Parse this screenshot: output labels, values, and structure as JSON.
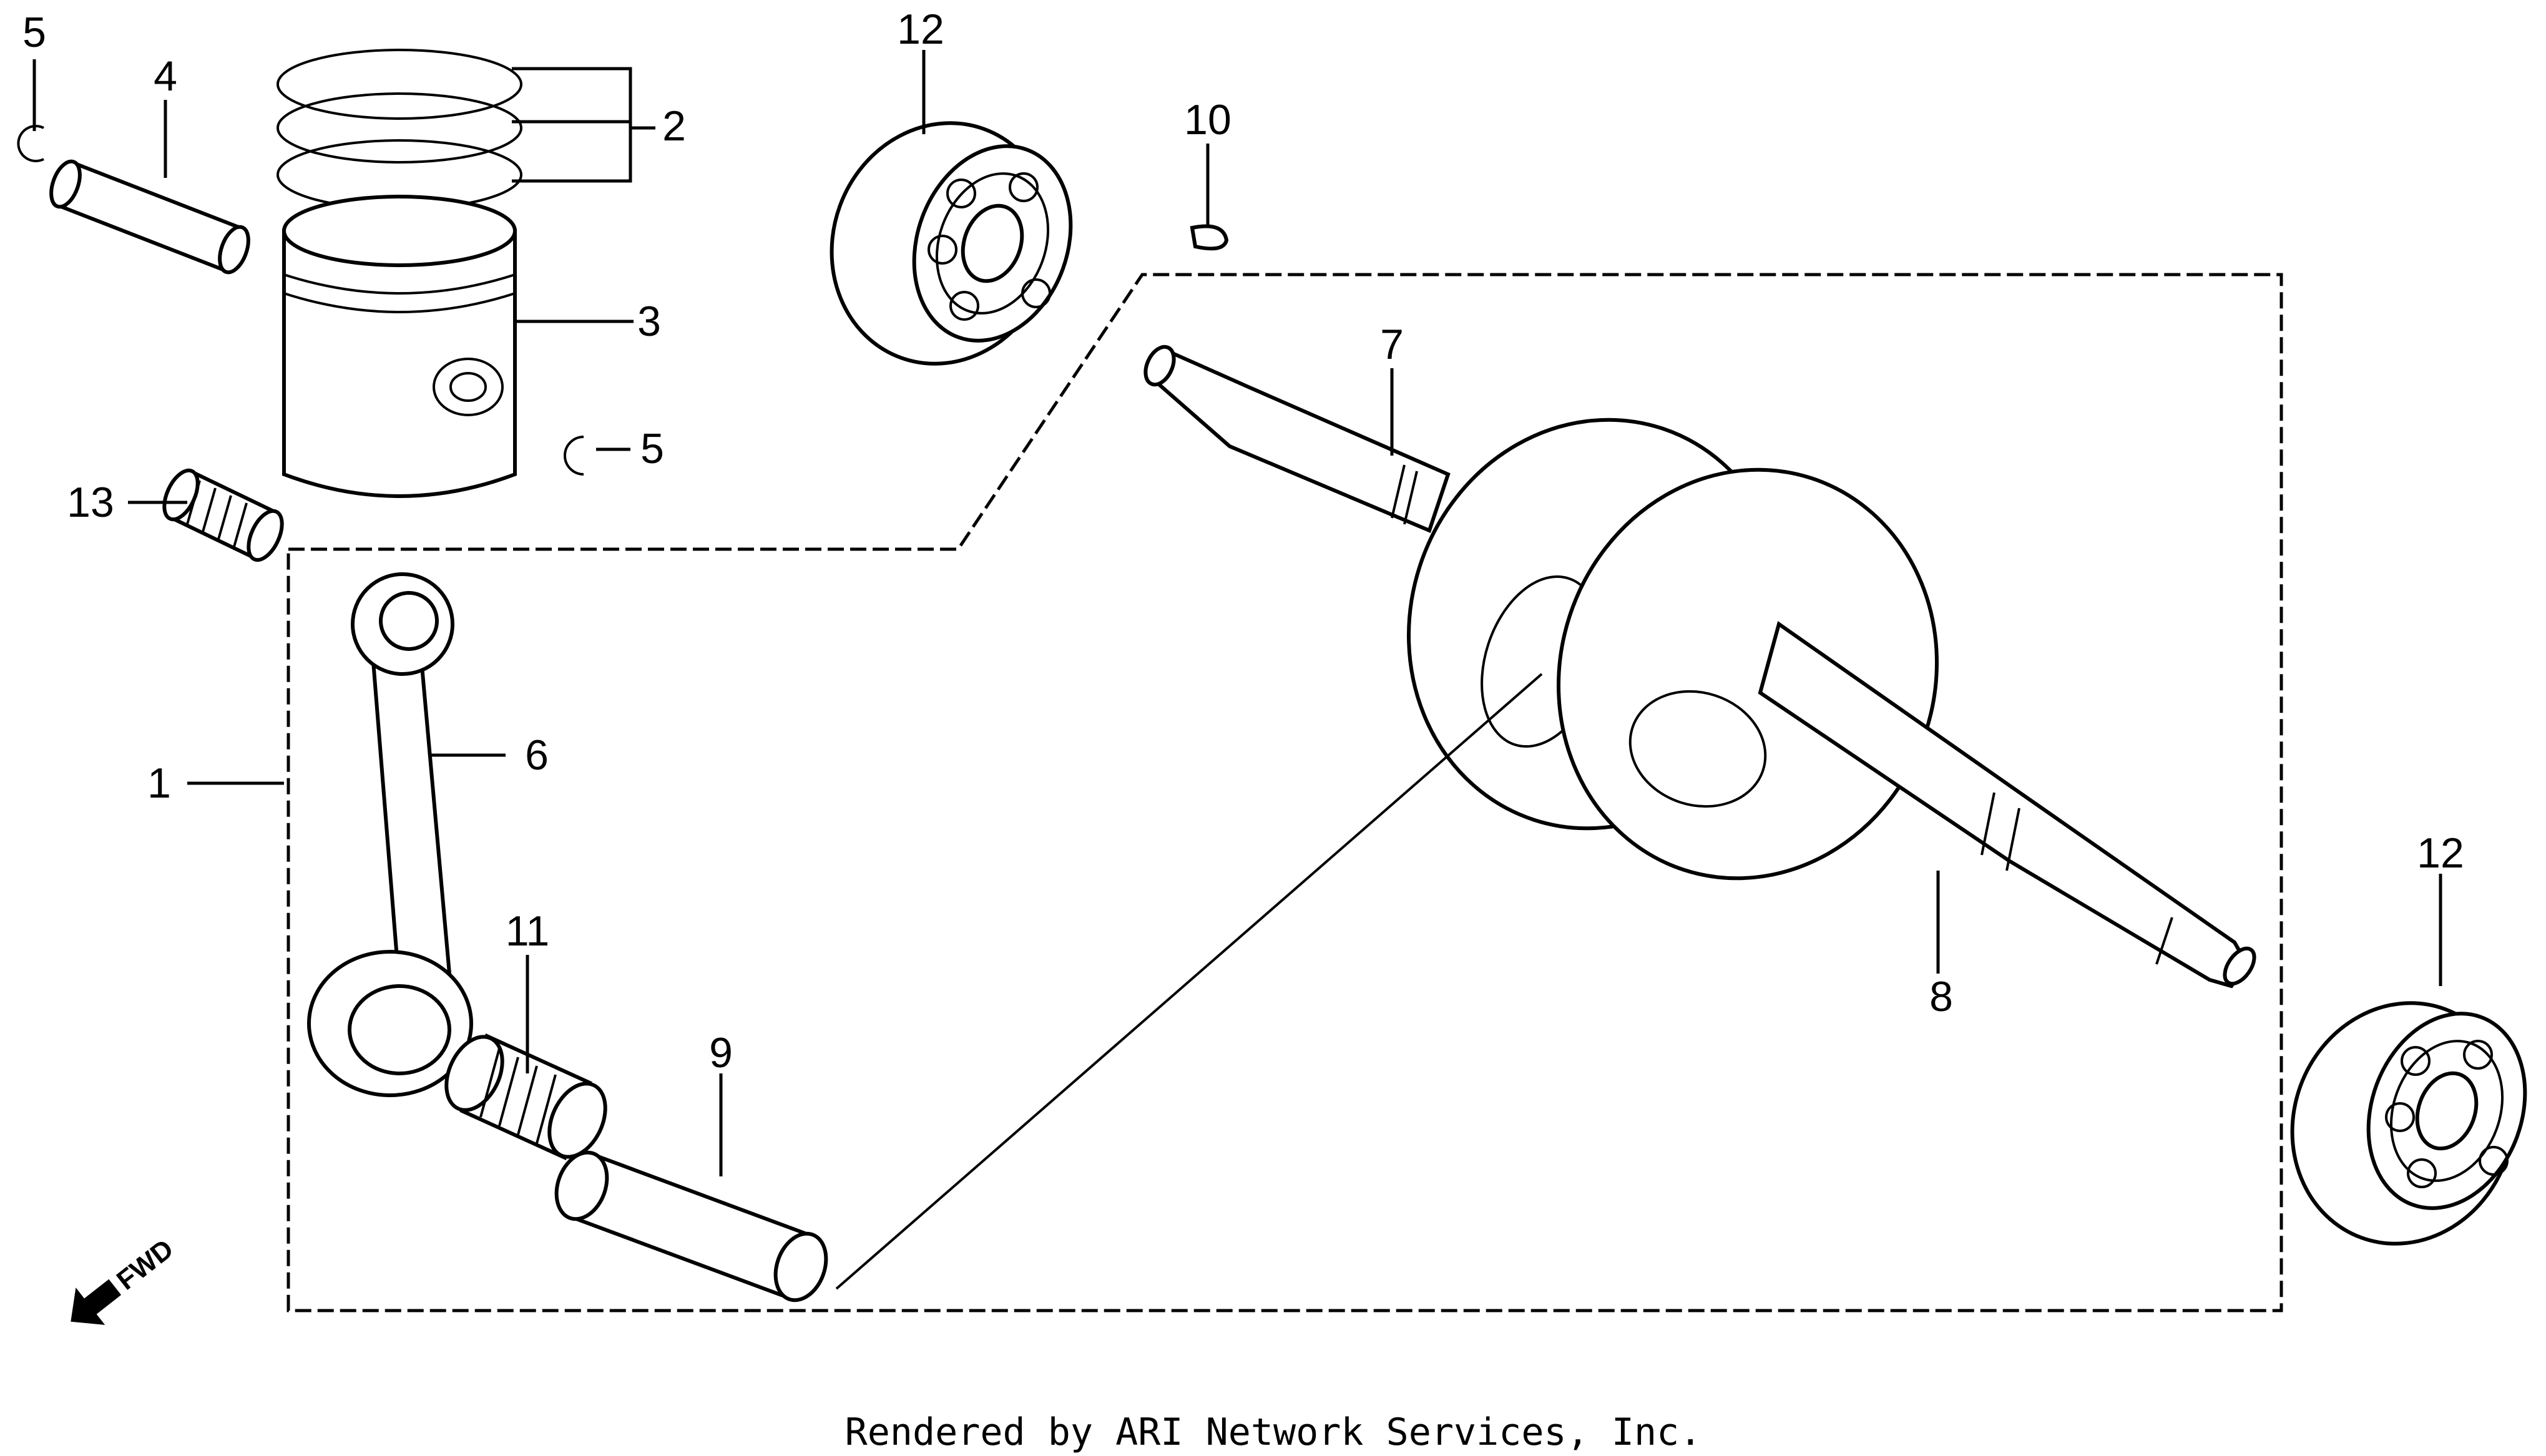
{
  "callouts": {
    "c1": "1",
    "c2": "2",
    "c3": "3",
    "c4": "4",
    "c5a": "5",
    "c5b": "5",
    "c6": "6",
    "c7": "7",
    "c8": "8",
    "c9": "9",
    "c10": "10",
    "c11": "11",
    "c12a": "12",
    "c12b": "12",
    "c13": "13"
  },
  "direction_label": "FWD",
  "footer": "Rendered by ARI Network Services, Inc."
}
